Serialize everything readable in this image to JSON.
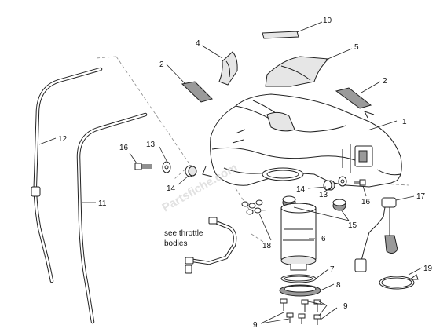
{
  "callouts": [
    "1",
    "2",
    "2",
    "4",
    "5",
    "6",
    "7",
    "8",
    "9",
    "9",
    "10",
    "11",
    "12",
    "13",
    "13",
    "14",
    "14",
    "15",
    "16",
    "16",
    "17",
    "18",
    "19"
  ],
  "note": {
    "line1": "see throttle",
    "line2": "bodies"
  },
  "watermark": "Partsfiche.com",
  "colors": {
    "line": "#222222",
    "fill": "#ffffff",
    "shade": "#9a9a9a"
  }
}
